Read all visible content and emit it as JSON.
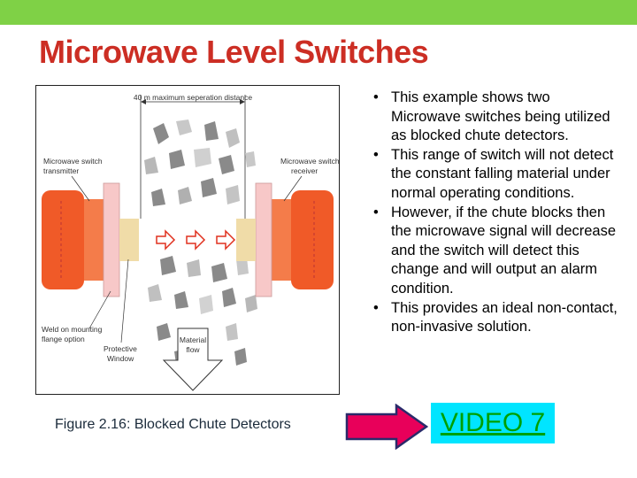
{
  "slide": {
    "title": "Microwave Level Switches",
    "caption": "Figure 2.16: Blocked Chute Detectors",
    "bullet_glyph": "•",
    "bullets": [
      "This example shows two Microwave switches being utilized as blocked chute detectors.",
      "This range of switch will not detect the constant falling material under normal operating conditions.",
      "However, if the chute blocks then the microwave signal will decrease and the switch will detect this change and will output an alarm condition.",
      "This provides an ideal non-contact, non-invasive solution."
    ],
    "video_link": "VIDEO 7"
  },
  "figure": {
    "distance_label": "40 m maximum seperation distance",
    "transmitter_label": [
      "Microwave switch",
      "transmitter"
    ],
    "receiver_label": [
      "Microwave switch",
      "receiver"
    ],
    "weld_label": [
      "Weld on mounting",
      "flange option"
    ],
    "window_label": [
      "Protective",
      "Window"
    ],
    "flow_label": [
      "Material",
      "flow"
    ]
  },
  "colors": {
    "top_bar": "#7fd146",
    "title": "#cc2e24",
    "switch_body": "#f05a28",
    "arrow_fill": "#e8005a",
    "video_bg": "#00e5ff",
    "video_text": "#00a000"
  }
}
